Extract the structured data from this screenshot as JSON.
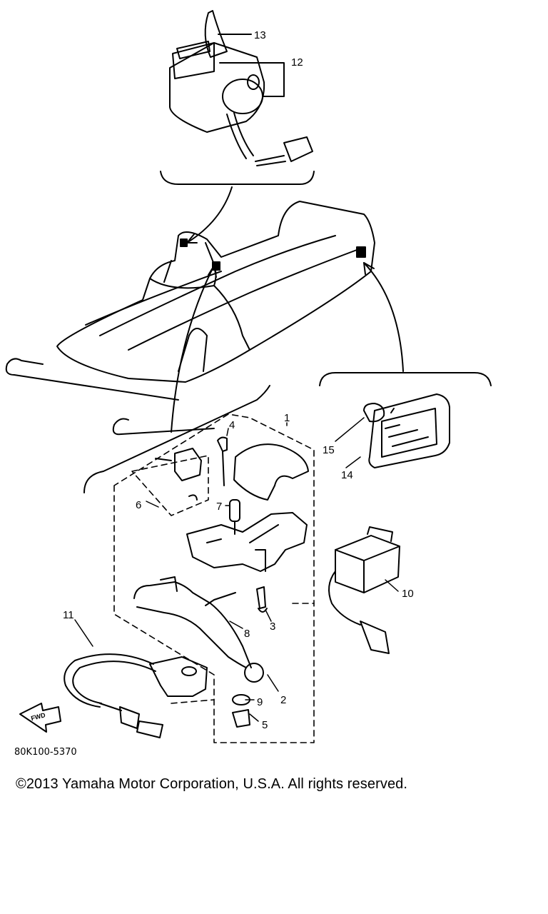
{
  "callouts": {
    "c1": "1",
    "c2": "2",
    "c3": "3",
    "c4": "4",
    "c5": "5",
    "c6": "6",
    "c7": "7",
    "c8": "8",
    "c9": "9",
    "c10": "10",
    "c11": "11",
    "c12": "12",
    "c13": "13",
    "c14": "14",
    "c15": "15"
  },
  "fwd_label": "FWD",
  "diagram_code": "80K100-5370",
  "copyright": "©2013 Yamaha Motor Corporation, U.S.A. All rights reserved."
}
